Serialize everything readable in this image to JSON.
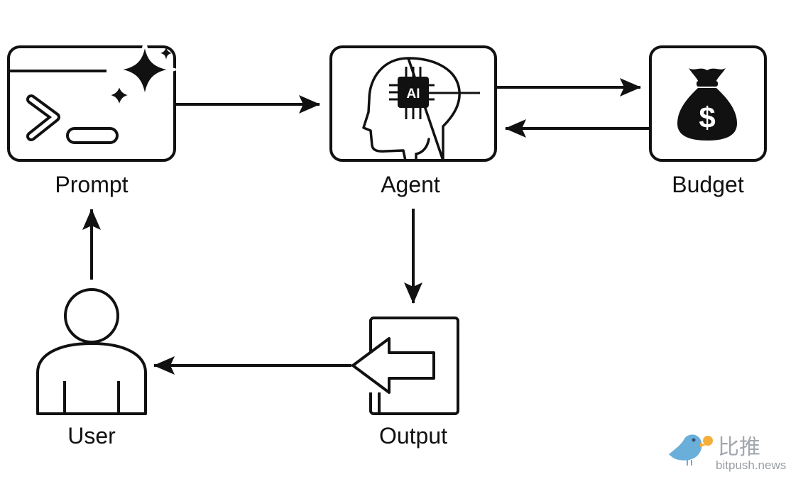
{
  "nodes": {
    "prompt": {
      "label": "Prompt"
    },
    "agent": {
      "label": "Agent",
      "chip_text": "AI"
    },
    "budget": {
      "label": "Budget",
      "symbol": "$"
    },
    "user": {
      "label": "User"
    },
    "output": {
      "label": "Output"
    }
  },
  "watermark": {
    "brand_cn": "比推",
    "brand_url": "bitpush.news"
  },
  "colors": {
    "stroke": "#111111",
    "watermark_blue": "#5aa6d6",
    "watermark_coin": "#f5a623"
  }
}
